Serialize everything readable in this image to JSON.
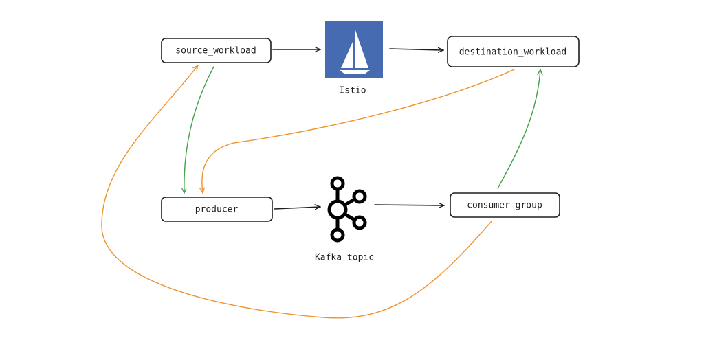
{
  "nodes": {
    "source_workload": "source_workload",
    "destination_workload": "destination_workload",
    "producer": "producer",
    "consumer_group": "consumer group"
  },
  "icons": {
    "istio": {
      "label": "Istio",
      "icon": "istio-sail-logo",
      "color": "#466bb0"
    },
    "kafka": {
      "label": "Kafka topic",
      "icon": "kafka-logo",
      "color": "#000000"
    }
  },
  "colors": {
    "edge_default": "#1e1e1e",
    "edge_green": "#40a048",
    "edge_orange": "#f0922c"
  }
}
